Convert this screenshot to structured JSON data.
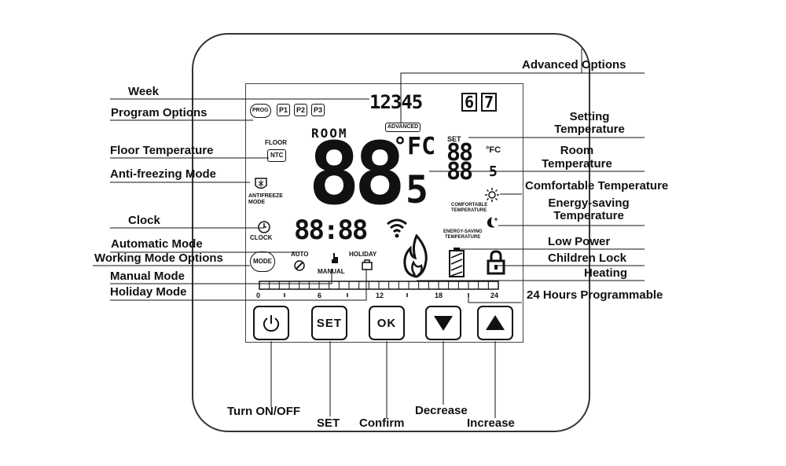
{
  "callouts": {
    "advanced_options": "Advanced Options",
    "week": "Week",
    "program_options": "Program Options",
    "setting_temperature": [
      "Setting",
      "Temperature"
    ],
    "floor_temperature": "Floor Temperature",
    "room_temperature": [
      "Room",
      "Temperature"
    ],
    "anti_freezing_mode": "Anti-freezing Mode",
    "comfortable_temperature": "Comfortable Temperature",
    "energy_saving_temperature": [
      "Energy-saving",
      "Temperature"
    ],
    "clock": "Clock",
    "low_power": "Low Power",
    "automatic_mode": "Automatic Mode",
    "children_lock": "Children Lock",
    "working_mode_options": "Working Mode Options",
    "heating": "Heating",
    "manual_mode": "Manual Mode",
    "holiday_mode": "Holiday Mode",
    "programmable_24h": "24 Hours Programmable",
    "turn_on_off": "Turn ON/OFF",
    "set": "SET",
    "confirm": "Confirm",
    "decrease": "Decrease",
    "increase": "Increase"
  },
  "display": {
    "week_digits": "12345",
    "week_boxed": [
      "6",
      "7"
    ],
    "prog_badge": "PROG",
    "program_badges": [
      "P1",
      "P2",
      "P3"
    ],
    "advanced_badge": "ADVANCED",
    "room_label": "ROOM",
    "room_digits": "88",
    "room_decimal": "5",
    "unit": "°FC",
    "set_label": "SET",
    "set_digits": "88",
    "set_unit": "°FC",
    "set_digits2": "88",
    "set_decimal": "5",
    "floor_label": "FLOOR",
    "ntc_label": "NTC",
    "antifreeze_label": [
      "ANTIFREEZE",
      "MODE"
    ],
    "clock_label": "CLOCK",
    "clock_digits": "88:88",
    "mode_label": "MODE",
    "auto_label": "AUTO",
    "manual_label": "MANUAL",
    "holiday_label": "HOLIDAY",
    "comfortable_label": [
      "COMFORTABLE",
      "TEMPERATURE"
    ],
    "energy_label": [
      "ENERGY-SAVING",
      "TEMPERATURE"
    ],
    "timeline_ticks": [
      "0",
      "6",
      "12",
      "18",
      "24"
    ]
  },
  "buttons": {
    "power": "power-icon",
    "set": "SET",
    "ok": "OK",
    "down": "down-triangle-icon",
    "up": "up-triangle-icon"
  }
}
